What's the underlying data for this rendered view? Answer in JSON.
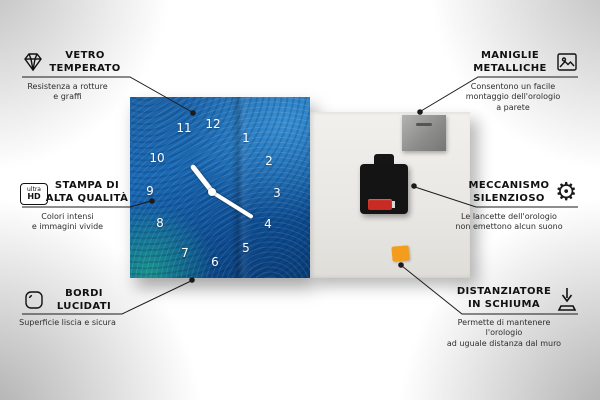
{
  "callouts": {
    "left": [
      {
        "title": "VETRO\nTEMPERATO",
        "subtitle": "Resistenza a rotture\ne graffi",
        "icon": "diamond-icon"
      },
      {
        "title": "STAMPA DI\nALTA QUALITÀ",
        "subtitle": "Colori intensi\ne immagini vivide",
        "icon": "ultra-hd-badge",
        "badge_top": "ultra",
        "badge_bottom": "HD"
      },
      {
        "title": "BORDI\nLUCIDATI",
        "subtitle": "Superficie liscia e sicura",
        "icon": "rounded-square-icon"
      }
    ],
    "right": [
      {
        "title": "MANIGLIE\nMETALLICHE",
        "subtitle": "Consentono un facile\nmontaggio dell'orologio\na parete",
        "icon": "picture-frame-icon"
      },
      {
        "title": "MECCANISMO\nSILENZIOSO",
        "subtitle": "Le lancette dell'orologio\nnon emettono alcun suono",
        "icon": "gear-icon",
        "gear_glyph": "⚙"
      },
      {
        "title": "DISTANZIATORE\nIN SCHIUMA",
        "subtitle": "Permette di mantenere l'orologio\nad uguale distanza dal muro",
        "icon": "arrow-down-icon"
      }
    ]
  },
  "clock": {
    "numbers": [
      "12",
      "1",
      "2",
      "3",
      "4",
      "5",
      "6",
      "7",
      "8",
      "9",
      "10",
      "11"
    ]
  },
  "colors": {
    "clock_face_blue": "#1a69b4",
    "foam_orange": "#f49d1d",
    "battery_red": "#c92a21",
    "line_black": "#1b1b1b"
  }
}
